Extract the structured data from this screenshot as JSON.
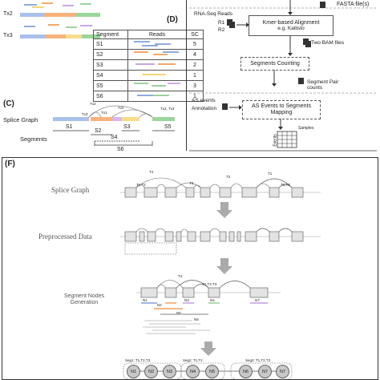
{
  "panelA": {
    "tx2": "Tx2",
    "tx3": "Tx3"
  },
  "panelB": {
    "fasta": "FASTA file(s)"
  },
  "panelD": {
    "tag": "(D)",
    "headers": [
      "Segment",
      "Reads",
      "SC"
    ],
    "rows": [
      {
        "segment": "S1",
        "sc": "5"
      },
      {
        "segment": "S2",
        "sc": "4"
      },
      {
        "segment": "S3",
        "sc": "2"
      },
      {
        "segment": "S4",
        "sc": "1"
      },
      {
        "segment": "S5",
        "sc": "3"
      },
      {
        "segment": "S6",
        "sc": "1"
      }
    ]
  },
  "panelC": {
    "tag": "(C)",
    "splice_graph": "Splice Graph",
    "segments": "Segments",
    "tx_top": "Tx2",
    "tx_1": "Tx1",
    "tx_mid": "Tx2",
    "tx_right": "Tx2, Tx3",
    "tx_left": "Tx3",
    "s1": "S1",
    "s2": "S2",
    "s3": "S3",
    "s4": "S4",
    "s5": "S5",
    "s6": "S6"
  },
  "panelE": {
    "rnaseq": "RNA-Seq Reads",
    "r1": "R1",
    "r2": "R2",
    "align_title": "Kmer-based Alignment",
    "align_sub": "e.g. Kallisto",
    "bam": "Two BAM files",
    "counting": "Segments Counting",
    "pair_counts": "Segment Pair counts",
    "as_events": "AS events",
    "annotation": "Annotation",
    "mapping": "AS Events to Segments Mapping",
    "samples": "Samples",
    "events": "Events"
  },
  "panelF": {
    "tag": "(F)",
    "splice_graph": "Splice Graph",
    "preprocessed": "Preprocessed Data",
    "seg_nodes": "Segment Nodes Generation",
    "t4": "T4",
    "t1t2": "T1,T2",
    "t3": "T3",
    "t2": "T2",
    "t1": "T1",
    "t2t3": "T2,T3",
    "t1t2t3": "T1,T2,T3",
    "n1": "N1",
    "n2": "N2",
    "n3": "N3",
    "n4": "N4",
    "n5": "N5",
    "n6": "N6",
    "n7": "N7",
    "seg1": "Seg1: T1,T2,T3",
    "seg2": "Seg2: T1,T2",
    "seg3": "Seg3: T1,T2,T3"
  },
  "colors": {
    "blue": "#6a8fd0",
    "orange": "#f08a3a",
    "yellow": "#f2c94c",
    "green": "#7cc47c",
    "purple": "#b58ad8",
    "grey": "#8a8a8a"
  }
}
